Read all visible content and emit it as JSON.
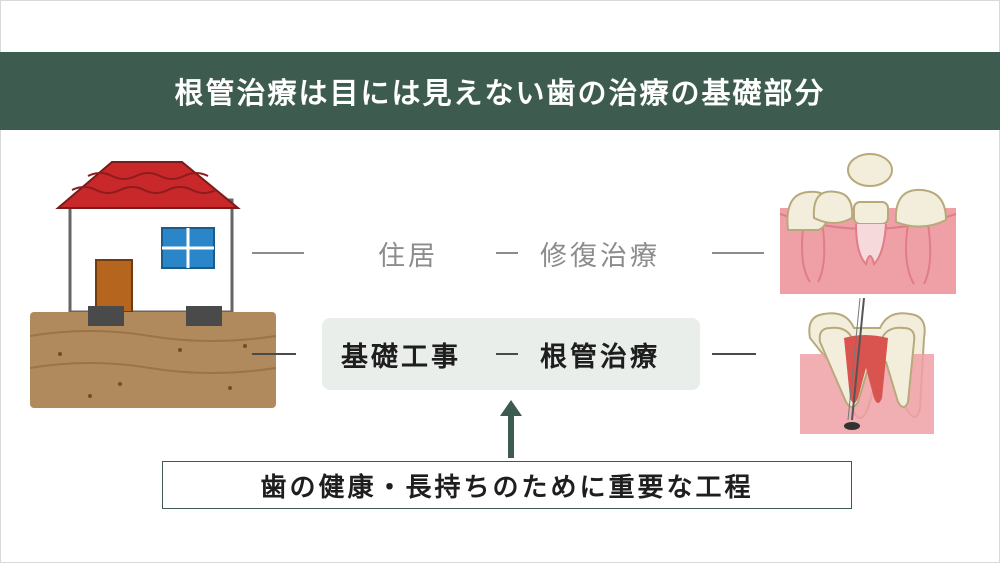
{
  "banner": {
    "title": "根管治療は目には見えない歯の治療の基礎部分"
  },
  "upper_row": {
    "left": "住居",
    "right": "修復治療"
  },
  "lower_row": {
    "left": "基礎工事",
    "right": "根管治療"
  },
  "bottom": {
    "text": "歯の健康・長持ちのために重要な工程"
  },
  "colors": {
    "banner": "#3d5c4f",
    "accent_box": "#e9eeeb",
    "roof": "#c8282a",
    "window": "#2a86c8",
    "door": "#b5651d",
    "soil": "#b08a5c",
    "gum": "#eea0a6",
    "tooth": "#f3eedb"
  },
  "icons": [
    "house-illustration",
    "soil-foundation-illustration",
    "teeth-crown-illustration",
    "root-canal-illustration",
    "up-arrow-icon"
  ]
}
